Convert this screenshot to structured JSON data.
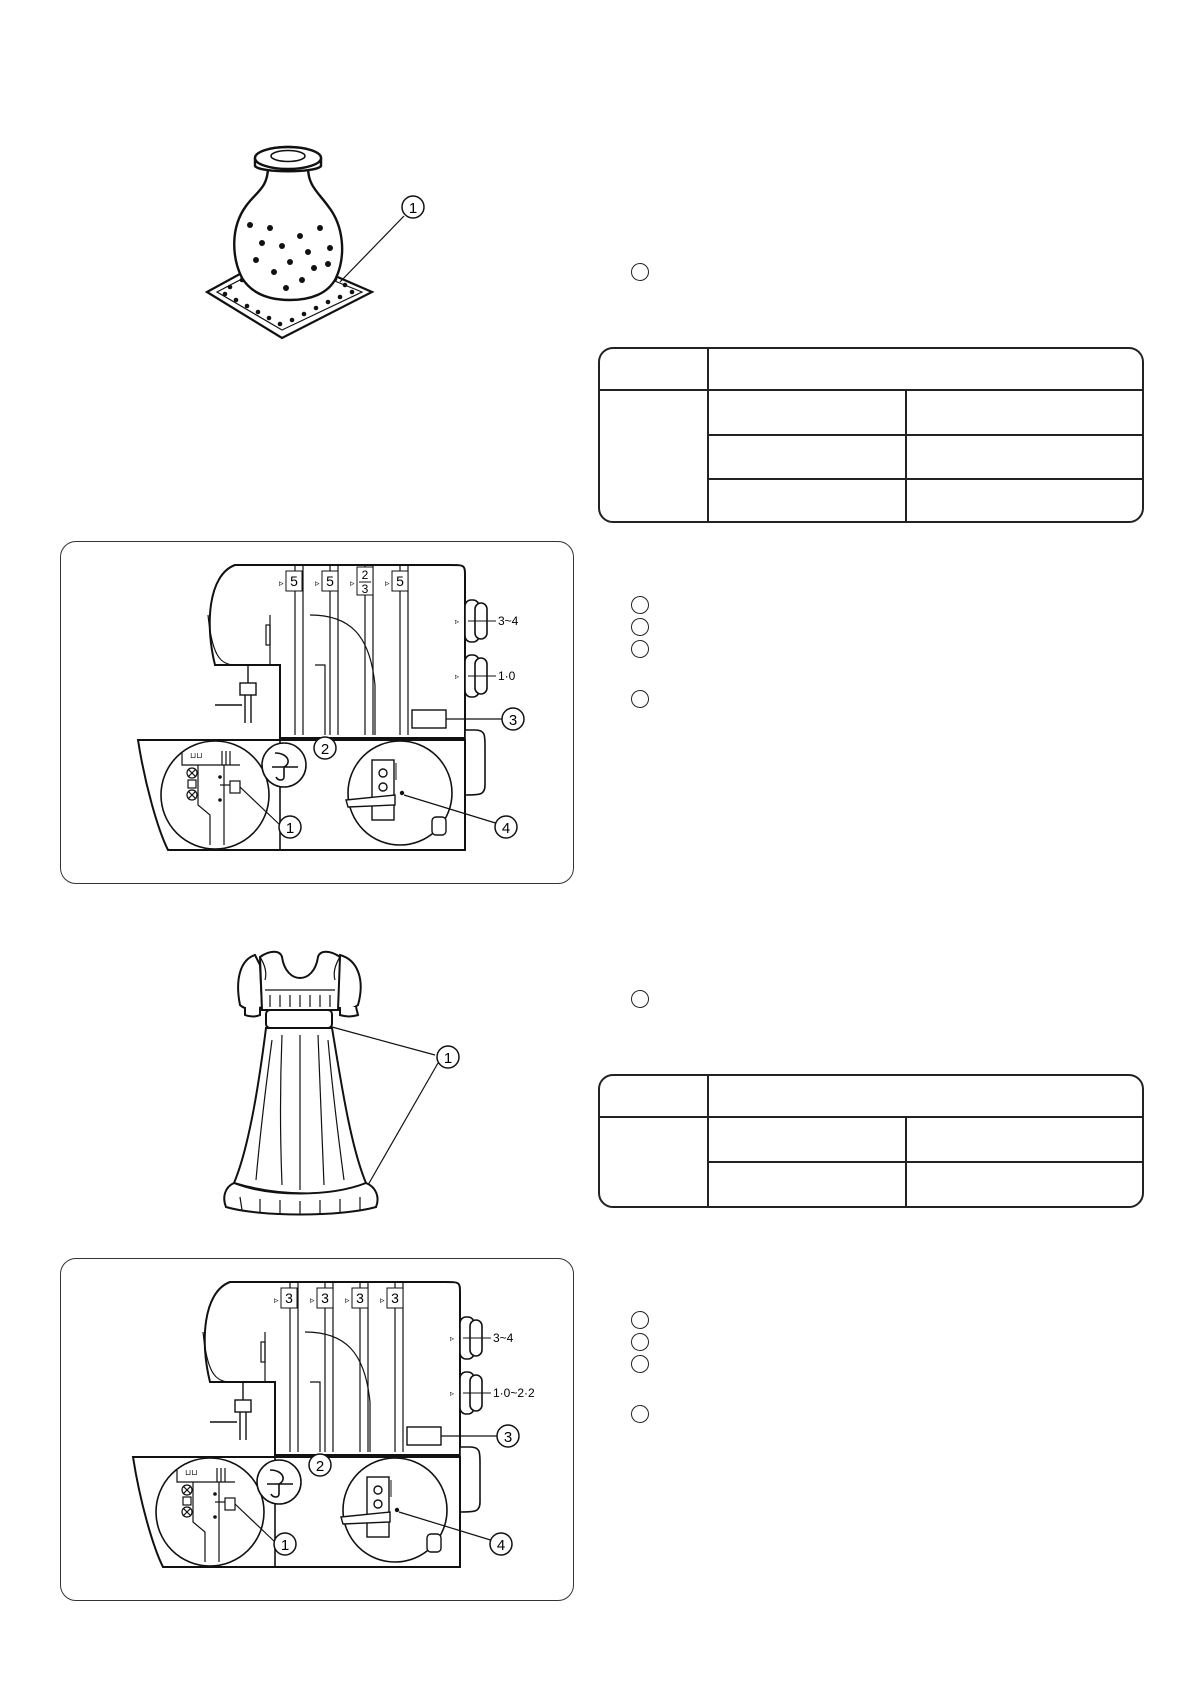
{
  "vase_figure": {
    "callouts": [
      "1"
    ]
  },
  "machine_fig_top": {
    "tension_labels": [
      "5",
      "5",
      "2\n3",
      "5"
    ],
    "dial_labels": [
      "3~4",
      "1·0"
    ],
    "callouts": [
      "1",
      "2",
      "3",
      "4"
    ]
  },
  "dress_figure": {
    "callouts": [
      "1"
    ]
  },
  "machine_fig_bottom": {
    "tension_labels": [
      "3",
      "3",
      "3",
      "3"
    ],
    "dial_labels": [
      "3~4",
      "1·0~2·2"
    ],
    "callouts": [
      "1",
      "2",
      "3",
      "4"
    ]
  }
}
